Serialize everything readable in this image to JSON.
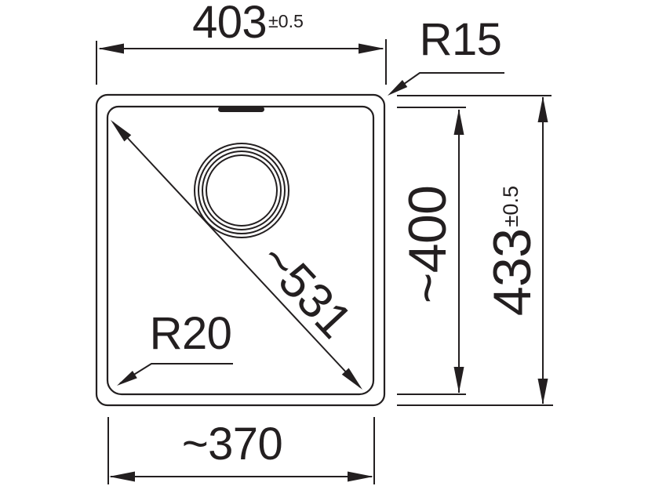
{
  "drawing": {
    "type": "technical-dimension-drawing",
    "subject": "undermount-sink-top-view",
    "line_color": "#231f20",
    "background_color": "#ffffff",
    "labels": {
      "overall_width": {
        "value": "403",
        "tolerance": "±0.5"
      },
      "corner_radius_top_right": "R15",
      "diagonal_dimension": "~531",
      "bowl_height": "~400",
      "overall_height": {
        "value": "433",
        "tolerance": "±0.5"
      },
      "corner_radius_bottom_left": "R20",
      "bowl_width": "~370"
    }
  }
}
